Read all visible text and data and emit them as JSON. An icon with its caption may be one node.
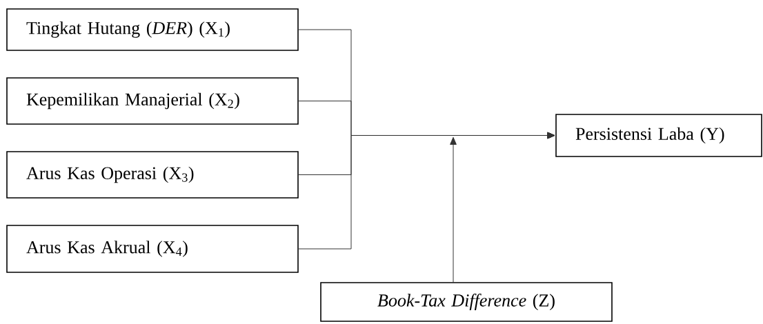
{
  "diagram": {
    "nodes": [
      {
        "text": [
          "Tingkat Hutang (*DER*)  (X$_{1}$)"
        ]
      },
      {
        "text": [
          "Kepemilikan Manajerial (X$_{2}$)"
        ]
      },
      {
        "text": [
          "Arus Kas Operasi (X$_{3}$)"
        ]
      },
      {
        "text": [
          "Arus Kas Akrual (X$_{4}$)"
        ]
      },
      {
        "text": [
          "Persistensi Laba (Y)"
        ]
      },
      {
        "text": [
          "*Book-Tax Difference* (Z)"
        ]
      }
    ],
    "edges": [
      {
        "from": 0,
        "to": 4,
        "arrow": "to"
      },
      {
        "from": 1,
        "to": 4,
        "arrow": "to"
      },
      {
        "from": 2,
        "to": 4,
        "arrow": "to"
      },
      {
        "from": 3,
        "to": 4,
        "arrow": "to"
      },
      {
        "from": 5,
        "to": null,
        "arrow": "to"
      }
    ]
  }
}
